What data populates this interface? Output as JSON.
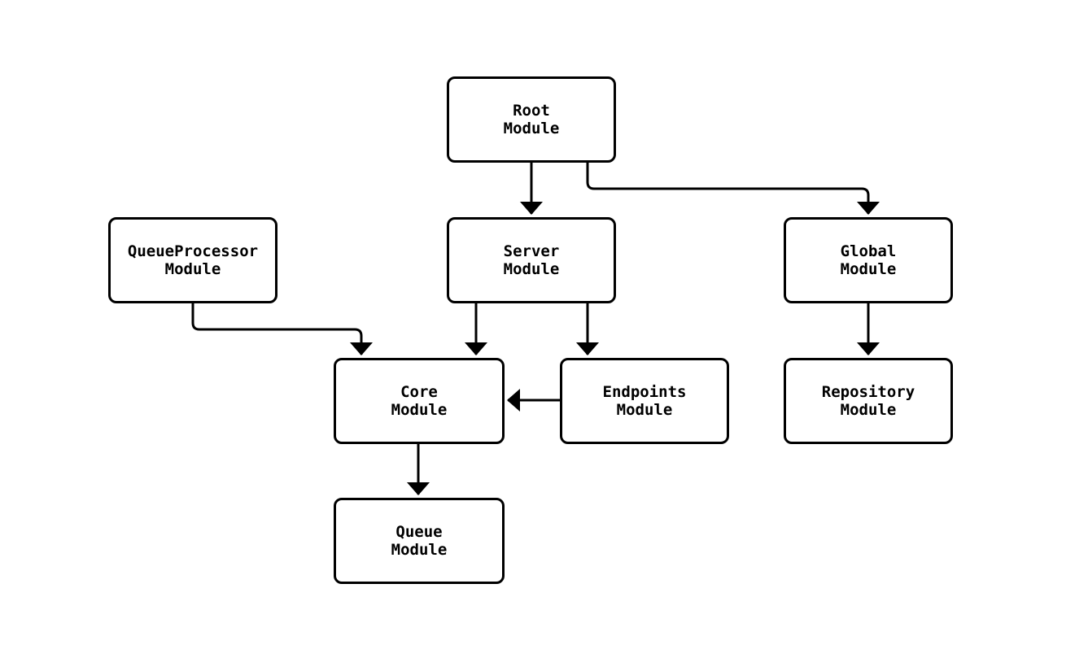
{
  "diagram": {
    "title": "Module dependency diagram",
    "background_color": "#ffffff",
    "node_fill_color": "#ffffff",
    "node_border_color": "#000000",
    "edge_color": "#000000",
    "text_color": "#000000",
    "nodes": [
      {
        "id": "root",
        "label": "Root Module",
        "lines": [
          "Root",
          "Module"
        ]
      },
      {
        "id": "queueprocessor",
        "label": "QueueProcessor Module",
        "lines": [
          "QueueProcessor",
          "Module"
        ]
      },
      {
        "id": "server",
        "label": "Server Module",
        "lines": [
          "Server",
          "Module"
        ]
      },
      {
        "id": "global",
        "label": "Global Module",
        "lines": [
          "Global",
          "Module"
        ]
      },
      {
        "id": "core",
        "label": "Core Module",
        "lines": [
          "Core",
          "Module"
        ]
      },
      {
        "id": "endpoints",
        "label": "Endpoints Module",
        "lines": [
          "Endpoints",
          "Module"
        ]
      },
      {
        "id": "repository",
        "label": "Repository Module",
        "lines": [
          "Repository",
          "Module"
        ]
      },
      {
        "id": "queue",
        "label": "Queue Module",
        "lines": [
          "Queue",
          "Module"
        ]
      }
    ],
    "edges": [
      {
        "from": "root",
        "to": "server"
      },
      {
        "from": "root",
        "to": "global"
      },
      {
        "from": "queueprocessor",
        "to": "core"
      },
      {
        "from": "server",
        "to": "core"
      },
      {
        "from": "server",
        "to": "endpoints"
      },
      {
        "from": "endpoints",
        "to": "core"
      },
      {
        "from": "global",
        "to": "repository"
      },
      {
        "from": "core",
        "to": "queue"
      }
    ]
  }
}
